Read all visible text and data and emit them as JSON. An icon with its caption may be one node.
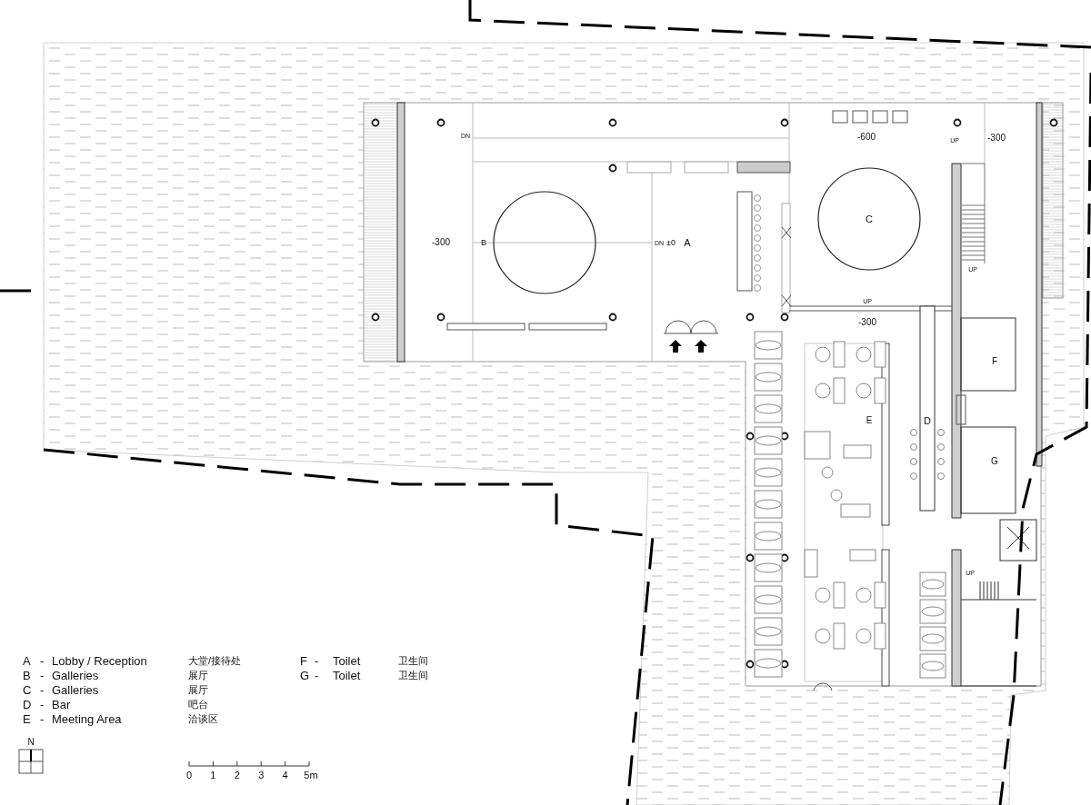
{
  "diagram": {
    "labels": [
      "DN",
      "-600",
      "UP",
      "-300",
      "-300",
      "B",
      "DN",
      "±0",
      "A",
      "C",
      "UP",
      "UP",
      "-300",
      "F",
      "E",
      "D",
      "G",
      "UP",
      "A",
      "-",
      "Lobby / Reception",
      "大堂/接待处",
      "F",
      "-",
      "Toilet",
      "卫生间",
      "B",
      "-",
      "Galleries",
      "展厅",
      "G",
      "-",
      "Toilet",
      "卫生间",
      "C",
      "-",
      "Galleries",
      "展厅",
      "D",
      "-",
      "Bar",
      "吧台",
      "E",
      "-",
      "Meeting Area",
      "洽谈区",
      "N",
      "0",
      "1",
      "2",
      "3",
      "4",
      "5m"
    ]
  }
}
